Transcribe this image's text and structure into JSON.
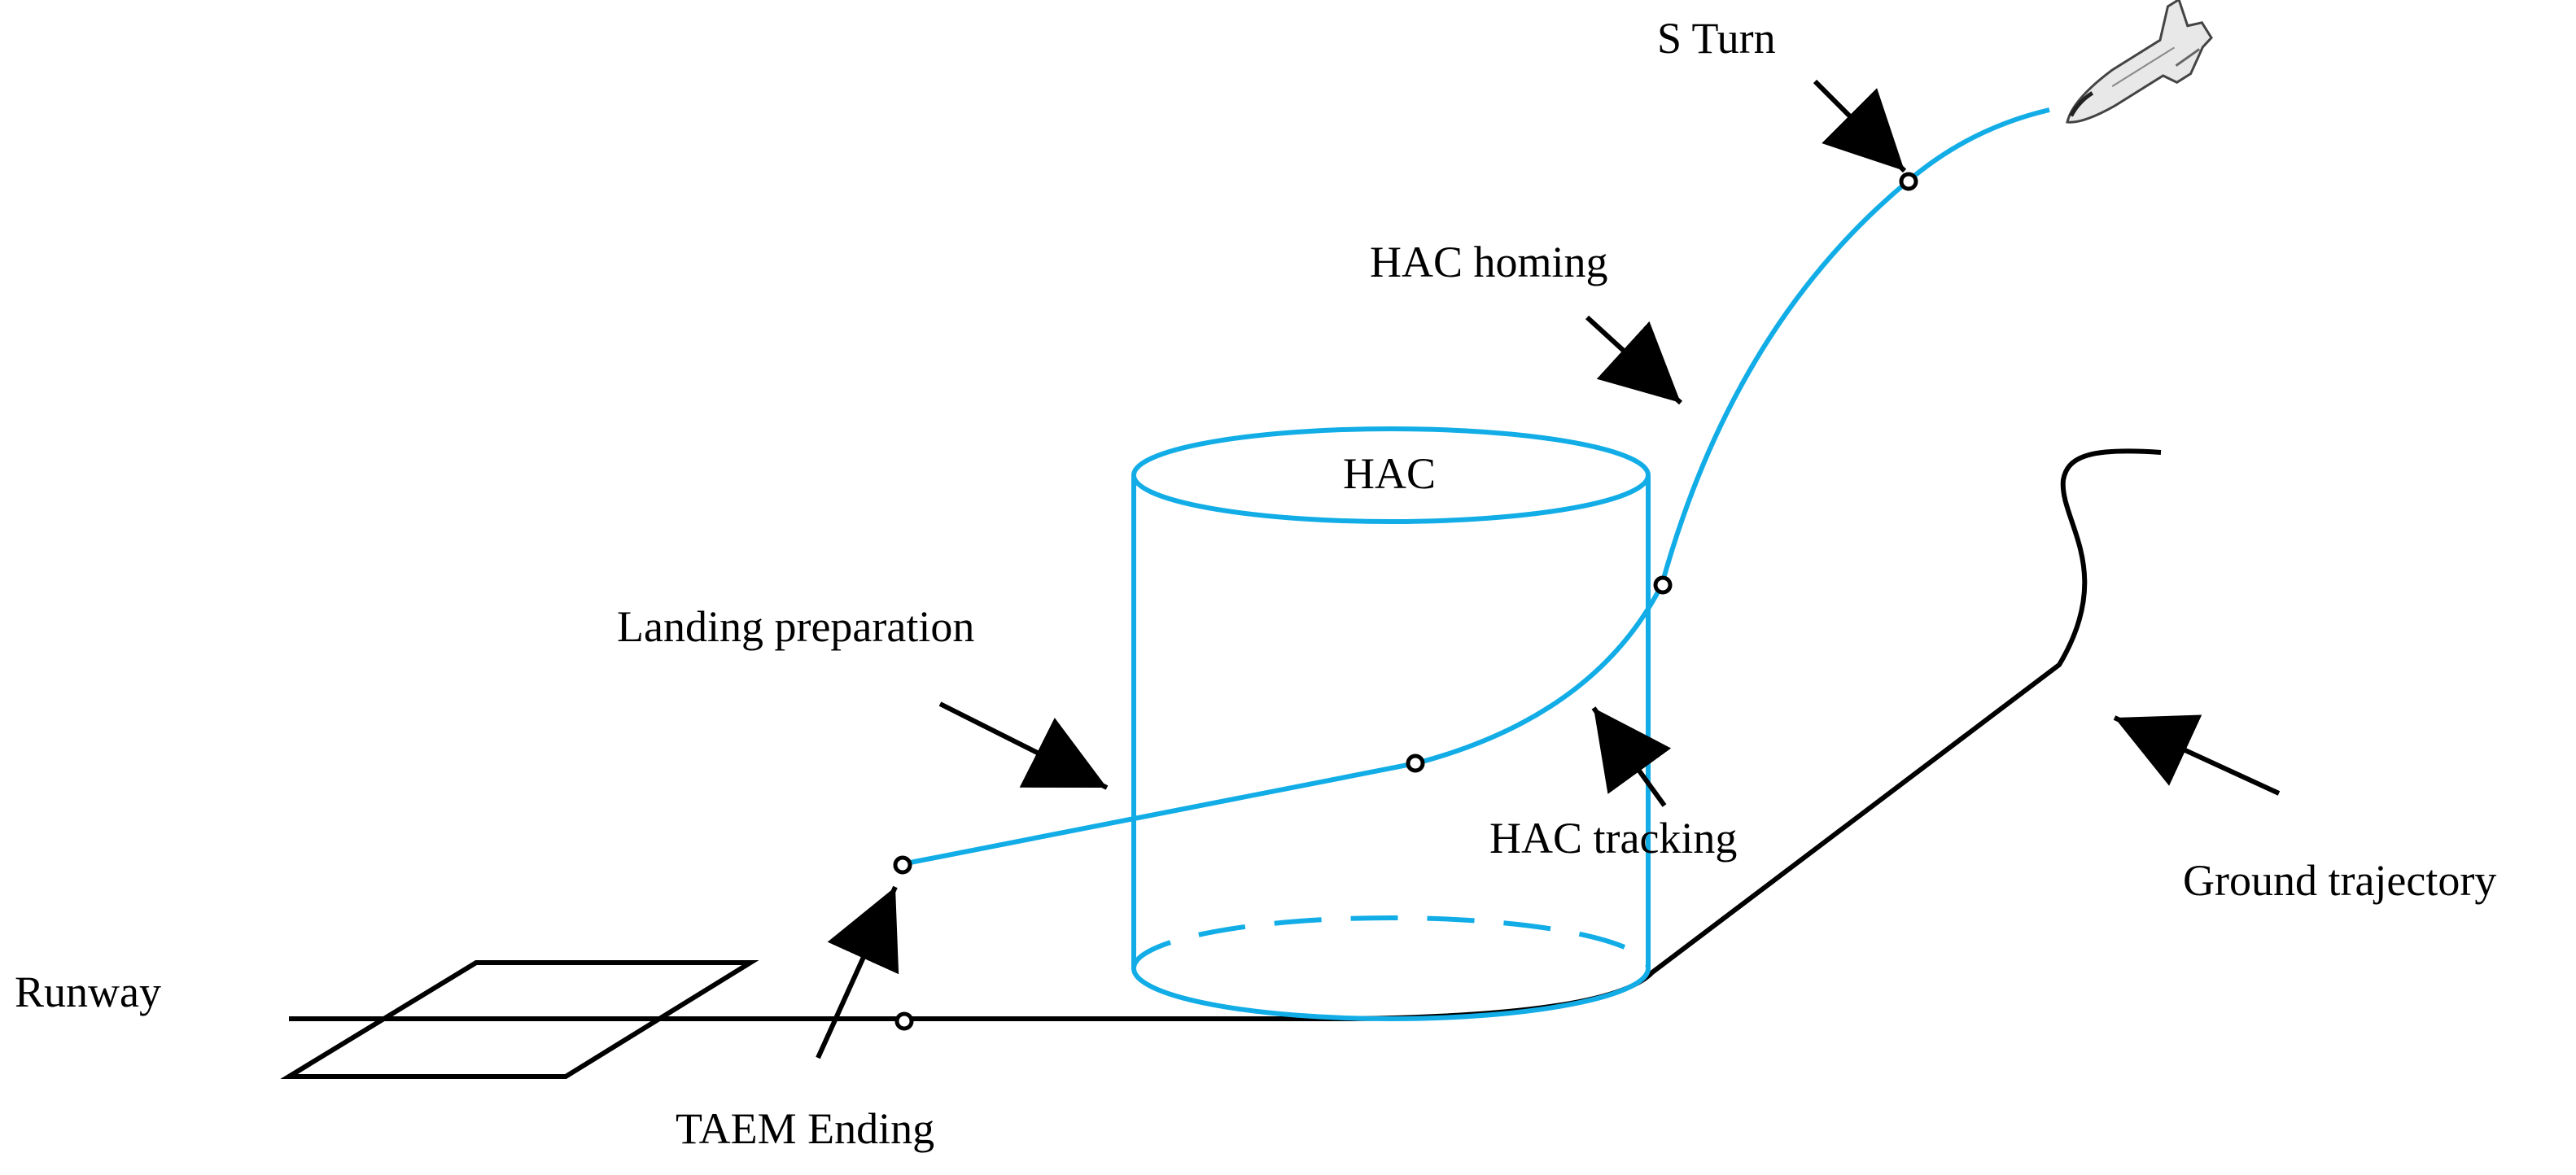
{
  "labels": {
    "s_turn": "S Turn",
    "hac_homing": "HAC homing",
    "hac": "HAC",
    "landing_preparation": "Landing preparation",
    "hac_tracking": "HAC tracking",
    "ground_trajectory": "Ground trajectory",
    "runway": "Runway",
    "taem_ending": "TAEM Ending"
  },
  "colors": {
    "trajectory": "#12ade6",
    "ground": "#000000",
    "background": "#ffffff"
  },
  "icons": {
    "vehicle": "space-shuttle-icon"
  }
}
